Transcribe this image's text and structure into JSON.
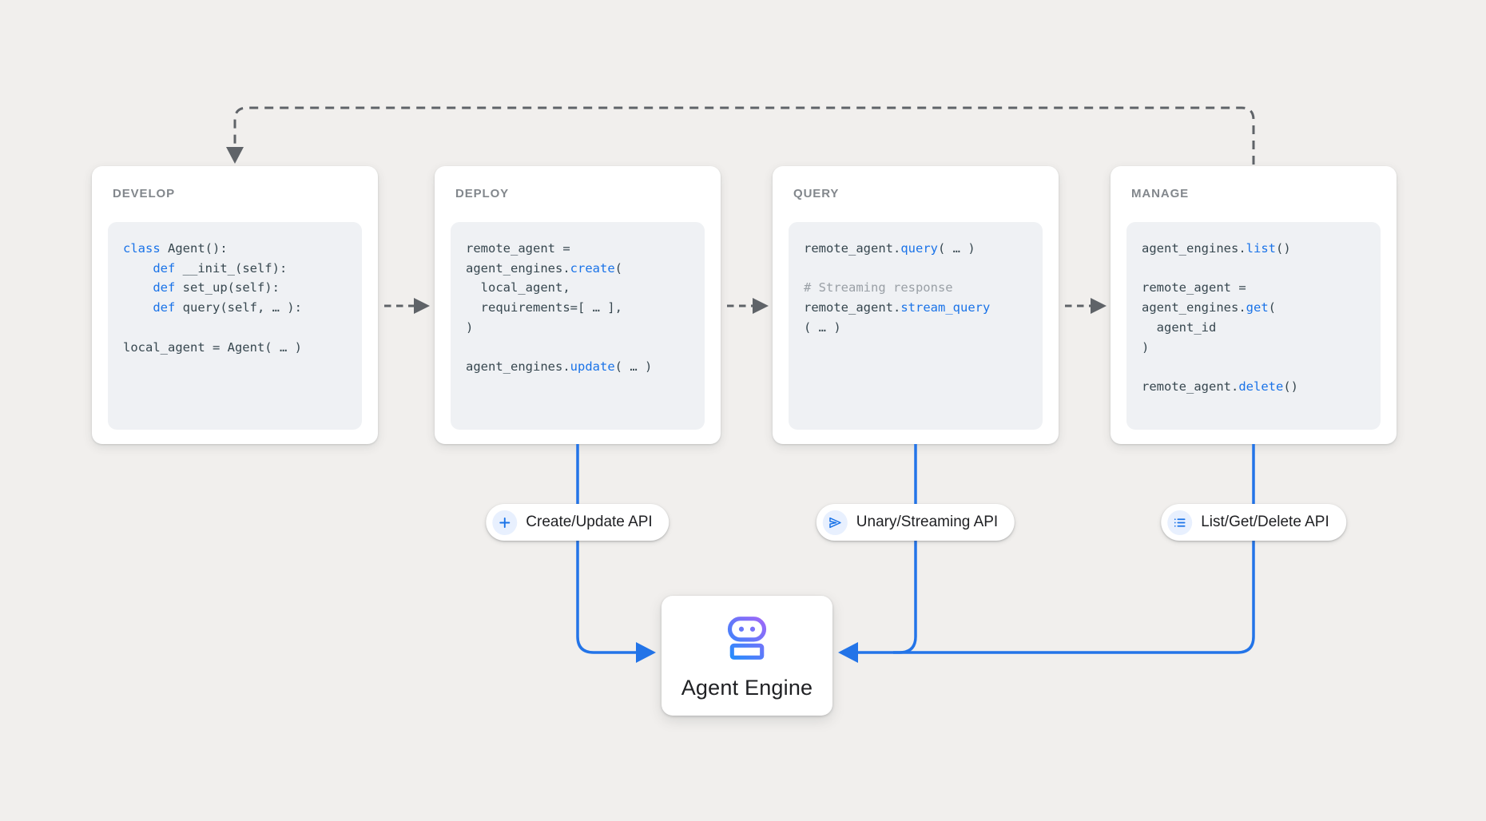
{
  "colors": {
    "background": "#f1efed",
    "card_bg": "#ffffff",
    "code_bg": "#eff1f4",
    "title_gray": "#82878c",
    "code_text": "#37474f",
    "keyword_blue": "#1a73e8",
    "comment_gray": "#9aa0a6",
    "dashed_gray": "#5f6368",
    "flow_blue": "#2374e8",
    "chip_icon_bg": "#e8f0fe",
    "text_dark": "#202124",
    "robot_purple": "#a466f8",
    "robot_blue": "#1e8ffd"
  },
  "flow": {
    "cards": [
      {
        "id": "develop",
        "title": "DEVELOP",
        "code": [
          [
            [
              "class",
              "kw"
            ],
            [
              " Agent():",
              "pl"
            ]
          ],
          [
            [
              "    def",
              "kw"
            ],
            [
              " __init_(self):",
              "pl"
            ]
          ],
          [
            [
              "    def",
              "kw"
            ],
            [
              " set_up(self):",
              "pl"
            ]
          ],
          [
            [
              "    def",
              "kw"
            ],
            [
              " query(self, … ):",
              "pl"
            ]
          ],
          [],
          [
            [
              "local_agent = Agent( … )",
              "pl"
            ]
          ]
        ]
      },
      {
        "id": "deploy",
        "title": "DEPLOY",
        "code": [
          [
            [
              "remote_agent =",
              "pl"
            ]
          ],
          [
            [
              "agent_engines.",
              "pl"
            ],
            [
              "create",
              "fn"
            ],
            [
              "(",
              "pl"
            ]
          ],
          [
            [
              "  local_agent,",
              "pl"
            ]
          ],
          [
            [
              "  requirements=[ … ],",
              "pl"
            ]
          ],
          [
            [
              ")",
              "pl"
            ]
          ],
          [],
          [
            [
              "agent_engines.",
              "pl"
            ],
            [
              "update",
              "fn"
            ],
            [
              "( … )",
              "pl"
            ]
          ]
        ]
      },
      {
        "id": "query",
        "title": "QUERY",
        "code": [
          [
            [
              "remote_agent.",
              "pl"
            ],
            [
              "query",
              "fn"
            ],
            [
              "( … )",
              "pl"
            ]
          ],
          [],
          [
            [
              "# Streaming response",
              "cm"
            ]
          ],
          [
            [
              "remote_agent.",
              "pl"
            ],
            [
              "stream_query",
              "fn"
            ]
          ],
          [
            [
              "( … )",
              "pl"
            ]
          ]
        ]
      },
      {
        "id": "manage",
        "title": "MANAGE",
        "code": [
          [
            [
              "agent_engines.",
              "pl"
            ],
            [
              "list",
              "fn"
            ],
            [
              "()",
              "pl"
            ]
          ],
          [],
          [
            [
              "remote_agent =",
              "pl"
            ]
          ],
          [
            [
              "agent_engines.",
              "pl"
            ],
            [
              "get",
              "fn"
            ],
            [
              "(",
              "pl"
            ]
          ],
          [
            [
              "  agent_id",
              "pl"
            ]
          ],
          [
            [
              ")",
              "pl"
            ]
          ],
          [],
          [
            [
              "remote_agent.",
              "pl"
            ],
            [
              "delete",
              "fn"
            ],
            [
              "()",
              "pl"
            ]
          ]
        ]
      }
    ],
    "api_pills": [
      {
        "icon": "plus-icon",
        "label": "Create/Update API"
      },
      {
        "icon": "send-icon",
        "label": "Unary/Streaming API"
      },
      {
        "icon": "list-icon",
        "label": "List/Get/Delete API"
      }
    ],
    "engine": {
      "icon": "robot-icon",
      "label": "Agent Engine"
    }
  }
}
